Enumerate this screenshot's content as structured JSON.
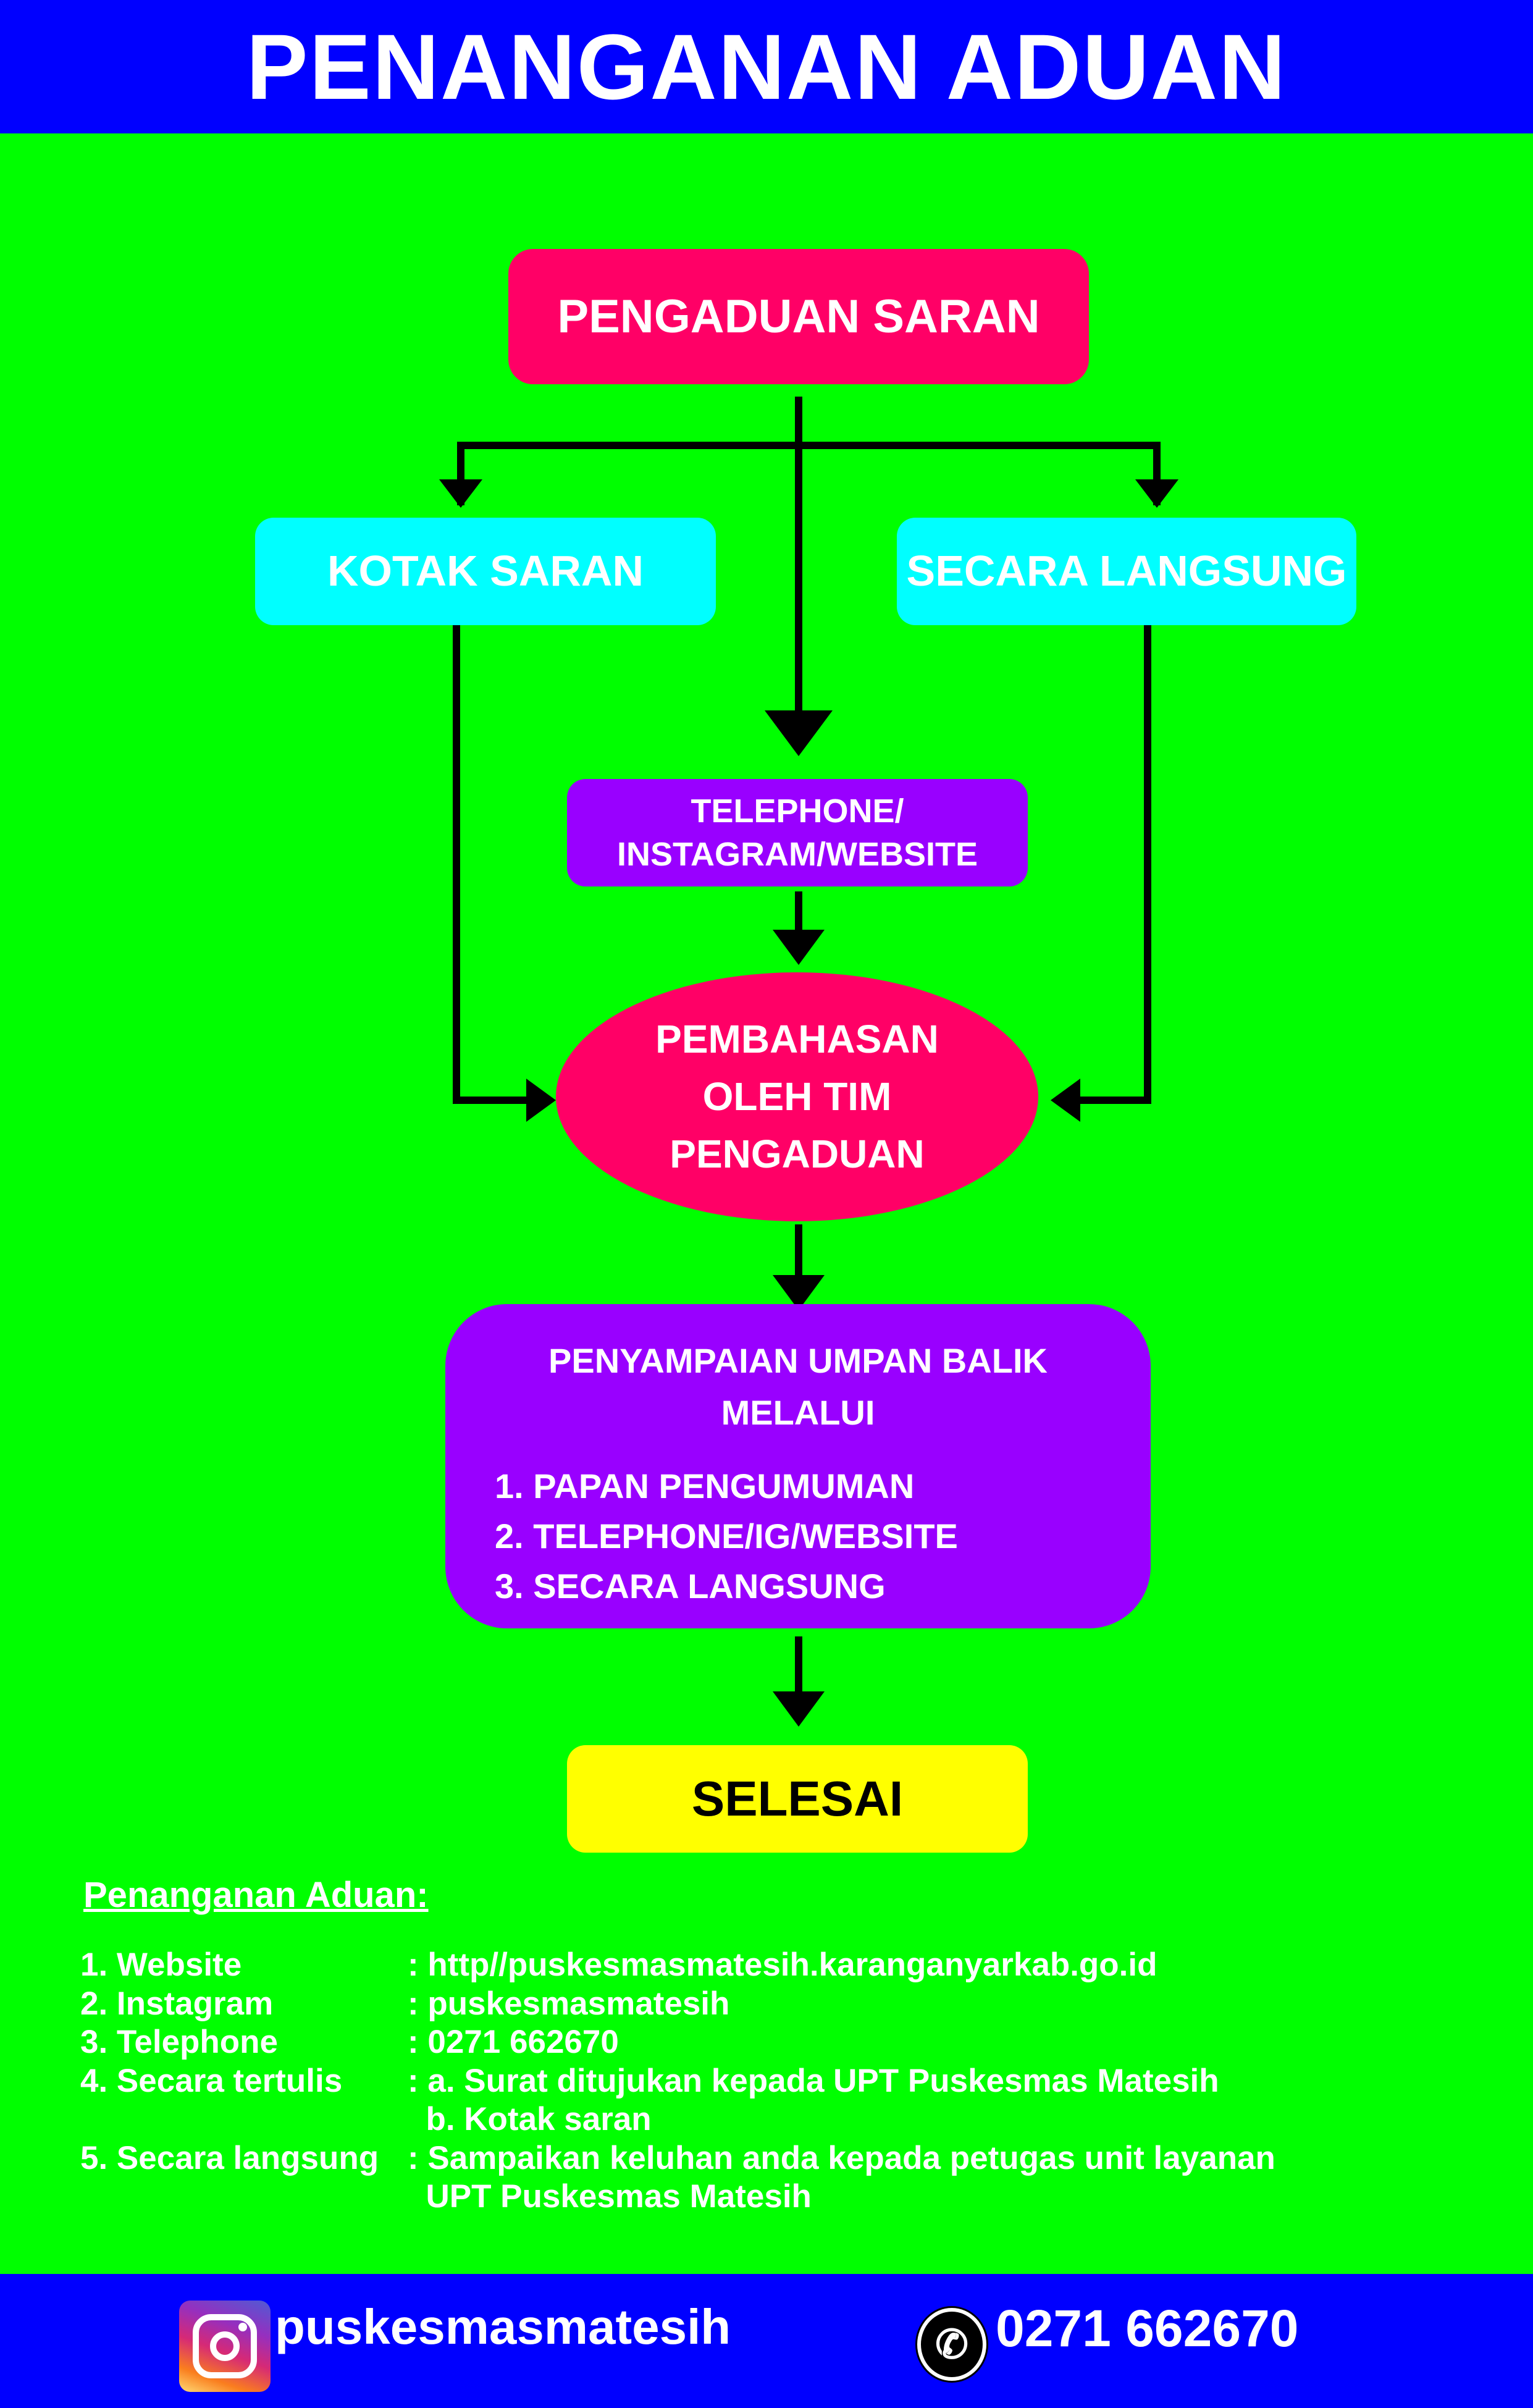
{
  "title": "PENANGANAN ADUAN",
  "flow": {
    "start": "PENGADUAN SARAN",
    "left": "KOTAK SARAN",
    "right": "SECARA LANGSUNG",
    "middle_line1": "TELEPHONE/",
    "middle_line2": "INSTAGRAM/WEBSITE",
    "discussion_line1": "PEMBAHASAN",
    "discussion_line2": "OLEH TIM",
    "discussion_line3": "PENGADUAN",
    "feedback_title_line1": "PENYAMPAIAN UMPAN BALIK",
    "feedback_title_line2": "MELALUI",
    "feedback_items": [
      "1. PAPAN PENGUMUMAN",
      "2. TELEPHONE/IG/WEBSITE",
      "3. SECARA LANGSUNG"
    ],
    "end": "SELESAI"
  },
  "info": {
    "heading": "Penanganan Aduan:",
    "rows": [
      {
        "key": "1. Website",
        "value": ": http//puskesmasmatesih.karanganyarkab.go.id"
      },
      {
        "key": "2. Instagram",
        "value": ": puskesmasmatesih"
      },
      {
        "key": "3. Telephone",
        "value": ": 0271 662670"
      },
      {
        "key": "4. Secara tertulis",
        "value": ": a. Surat ditujukan kepada UPT Puskesmas Matesih"
      },
      {
        "key": "",
        "value": "  b. Kotak saran"
      },
      {
        "key": "5. Secara langsung",
        "value": ": Sampaikan keluhan anda kepada petugas unit layanan"
      },
      {
        "key": "",
        "value": "  UPT Puskesmas Matesih"
      }
    ]
  },
  "footer": {
    "instagram": "puskesmasmatesih",
    "phone": "0271 662670"
  },
  "colors": {
    "blue": "#0000ff",
    "green": "#00ff00",
    "pink": "#ff0066",
    "cyan": "#00ffff",
    "purple": "#9900ff",
    "yellow": "#ffff00"
  }
}
